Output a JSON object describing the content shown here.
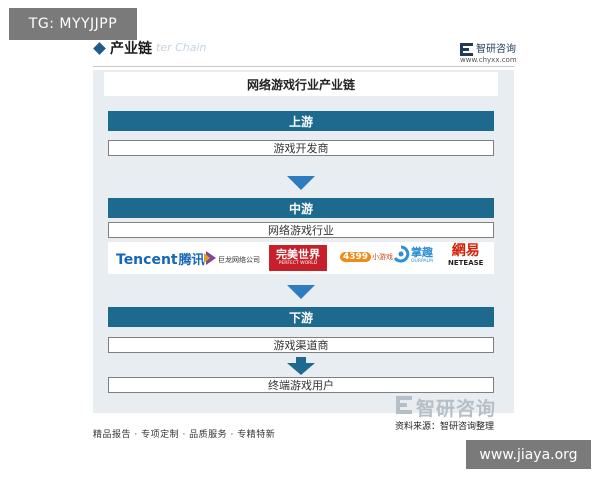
{
  "watermark_tag": "TG: MYYJJPP",
  "site_tag": "www.jiaya.org",
  "header": {
    "title": "产业链",
    "ghost_text": "ter Chain",
    "brand_name": "智研咨询",
    "brand_url": "www.chyxx.com"
  },
  "diagram": {
    "title": "网络游戏行业产业链",
    "upstream": {
      "label": "上游",
      "items": [
        "游戏开发商"
      ]
    },
    "midstream": {
      "label": "中游",
      "items": [
        "网络游戏行业"
      ],
      "logos": [
        "Tencent",
        "腾讯",
        "巨龙网络公司",
        "完美世界",
        "PERFECT WORLD",
        "4399",
        "小游戏",
        "掌趣",
        "OURPALM",
        "網易",
        "NETEASE"
      ]
    },
    "downstream": {
      "label": "下游",
      "items": [
        "游戏渠道商",
        "终端游戏用户"
      ]
    }
  },
  "footer": {
    "slogan": "精品报告 · 专项定制 · 品质服务 · 专精特新",
    "watermark_brand": "智研咨询",
    "source": "资料来源：智研咨询整理"
  },
  "colors": {
    "stage_bar": "#1d6a8e",
    "panel_bg": "#e8edf2",
    "arrow": "#2d7cc0",
    "tencent_blue": "#1466b8",
    "perfect_world_red": "#c8202a",
    "netease_red": "#d81e06",
    "ourpalm_blue": "#2a8fd6"
  }
}
